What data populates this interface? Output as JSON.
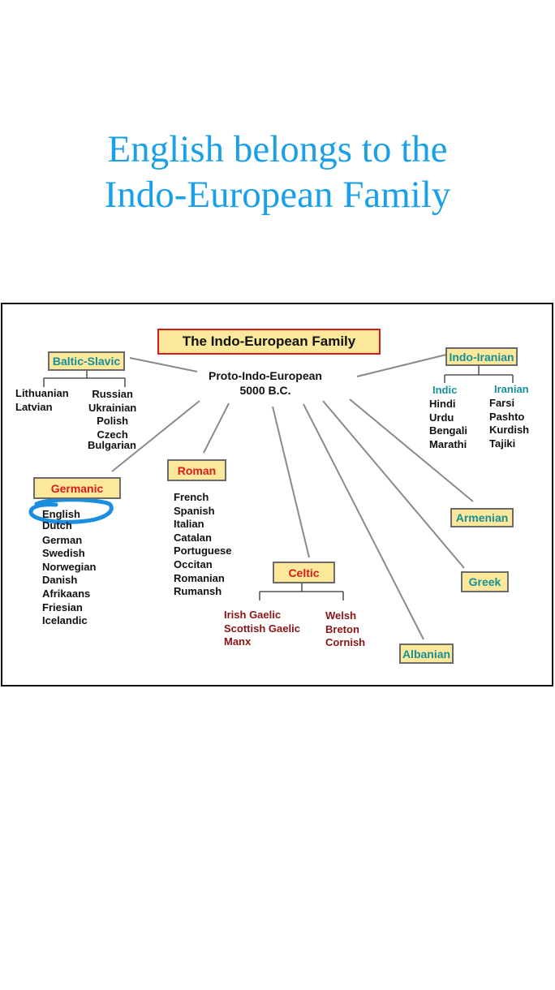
{
  "headline": {
    "line1": "English belongs to the",
    "line2": "Indo-European Family"
  },
  "diagram": {
    "title": "The Indo-European Family",
    "root": {
      "name": "Proto-Indo-European",
      "date": "5000 B.C."
    },
    "branches": {
      "baltic_slavic": {
        "label": "Baltic-Slavic",
        "baltic": [
          "Lithuanian",
          "Latvian"
        ],
        "slavic": [
          "Russian",
          "Ukrainian",
          "Polish",
          "Czech",
          "Bulgarian"
        ]
      },
      "indo_iranian": {
        "label": "Indo-Iranian",
        "indic_label": "Indic",
        "indic": [
          "Hindi",
          "Urdu",
          "Bengali",
          "Marathi"
        ],
        "iranian_label": "Iranian",
        "iranian": [
          "Farsi",
          "Pashto",
          "Kurdish",
          "Tajiki"
        ]
      },
      "germanic": {
        "label": "Germanic",
        "languages": [
          "English",
          "Dutch",
          "German",
          "Swedish",
          "Norwegian",
          "Danish",
          "Afrikaans",
          "Friesian",
          "Icelandic"
        ],
        "highlighted": "English"
      },
      "roman": {
        "label": "Roman",
        "languages": [
          "French",
          "Spanish",
          "Italian",
          "Catalan",
          "Portuguese",
          "Occitan",
          "Romanian",
          "Rumansh"
        ]
      },
      "celtic": {
        "label": "Celtic",
        "goidelic": [
          "Irish Gaelic",
          "Scottish Gaelic",
          "Manx"
        ],
        "brythonic": [
          "Welsh",
          "Breton",
          "Cornish"
        ]
      },
      "armenian": {
        "label": "Armenian"
      },
      "greek": {
        "label": "Greek"
      },
      "albanian": {
        "label": "Albanian"
      }
    },
    "colors": {
      "box_fill": "#fce89a",
      "teal_label": "#168f9a",
      "red_label": "#d81c1c",
      "celtic_text": "#8a1414",
      "highlight_circle": "#1a8fe0",
      "headline": "#1aa0e8"
    }
  }
}
